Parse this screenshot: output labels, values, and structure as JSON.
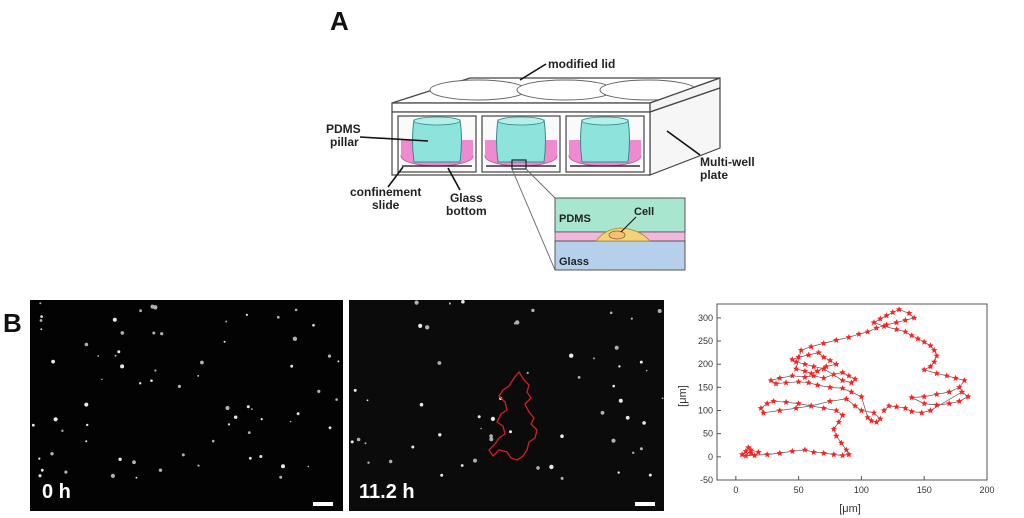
{
  "panel_a": {
    "letter": "A",
    "labels": {
      "modified_lid": "modified lid",
      "pdms_pillar_1": "PDMS",
      "pdms_pillar_2": "pillar",
      "multi_well_1": "Multi-well",
      "multi_well_2": "plate",
      "confinement_1": "confinement",
      "confinement_2": "slide",
      "glass_bottom_1": "Glass",
      "glass_bottom_2": "bottom",
      "inset_pdms": "PDMS",
      "inset_cell": "Cell",
      "inset_glass": "Glass"
    },
    "colors": {
      "pdms": "#8ee3dc",
      "medium": "#f08ad0",
      "inset_pdms": "#a8e6d0",
      "inset_medium": "#f3b6dd",
      "inset_cell": "#f2d27a",
      "inset_glass": "#b6cfea"
    }
  },
  "panel_b": {
    "letter": "B",
    "time_labels": [
      "0 h",
      "11.2 h"
    ]
  },
  "chart_data": {
    "type": "scatter",
    "xlabel": "[μm]",
    "ylabel": "[μm]",
    "xlim": [
      -15,
      200
    ],
    "ylim": [
      -50,
      330
    ],
    "xticks": [
      0,
      50,
      100,
      150,
      200
    ],
    "yticks": [
      -50,
      0,
      50,
      100,
      150,
      200,
      250,
      300
    ],
    "marker": "star",
    "color": "#ff2020",
    "line_color": "#555555",
    "points": [
      [
        5,
        5
      ],
      [
        8,
        12
      ],
      [
        10,
        20
      ],
      [
        12,
        8
      ],
      [
        15,
        3
      ],
      [
        18,
        10
      ],
      [
        12,
        15
      ],
      [
        8,
        2
      ],
      [
        25,
        5
      ],
      [
        35,
        8
      ],
      [
        45,
        12
      ],
      [
        55,
        15
      ],
      [
        62,
        10
      ],
      [
        70,
        8
      ],
      [
        78,
        5
      ],
      [
        85,
        3
      ],
      [
        90,
        5
      ],
      [
        88,
        15
      ],
      [
        84,
        30
      ],
      [
        80,
        45
      ],
      [
        78,
        60
      ],
      [
        82,
        75
      ],
      [
        85,
        90
      ],
      [
        80,
        100
      ],
      [
        70,
        105
      ],
      [
        60,
        110
      ],
      [
        50,
        115
      ],
      [
        40,
        118
      ],
      [
        30,
        120
      ],
      [
        25,
        115
      ],
      [
        20,
        105
      ],
      [
        22,
        95
      ],
      [
        35,
        100
      ],
      [
        48,
        105
      ],
      [
        60,
        110
      ],
      [
        75,
        120
      ],
      [
        88,
        125
      ],
      [
        95,
        110
      ],
      [
        100,
        100
      ],
      [
        110,
        95
      ],
      [
        115,
        82
      ],
      [
        112,
        75
      ],
      [
        108,
        78
      ],
      [
        105,
        85
      ],
      [
        100,
        130
      ],
      [
        92,
        140
      ],
      [
        85,
        148
      ],
      [
        75,
        150
      ],
      [
        65,
        155
      ],
      [
        58,
        160
      ],
      [
        50,
        162
      ],
      [
        40,
        160
      ],
      [
        32,
        158
      ],
      [
        28,
        165
      ],
      [
        35,
        170
      ],
      [
        45,
        175
      ],
      [
        55,
        172
      ],
      [
        62,
        175
      ],
      [
        70,
        170
      ],
      [
        78,
        178
      ],
      [
        85,
        182
      ],
      [
        90,
        175
      ],
      [
        95,
        168
      ],
      [
        92,
        160
      ],
      [
        85,
        165
      ],
      [
        70,
        190
      ],
      [
        62,
        195
      ],
      [
        55,
        200
      ],
      [
        48,
        205
      ],
      [
        45,
        210
      ],
      [
        50,
        215
      ],
      [
        58,
        220
      ],
      [
        66,
        225
      ],
      [
        70,
        215
      ],
      [
        75,
        208
      ],
      [
        80,
        200
      ],
      [
        72,
        195
      ],
      [
        65,
        185
      ],
      [
        60,
        180
      ],
      [
        55,
        185
      ],
      [
        48,
        190
      ],
      [
        52,
        230
      ],
      [
        60,
        238
      ],
      [
        70,
        245
      ],
      [
        80,
        252
      ],
      [
        90,
        258
      ],
      [
        98,
        265
      ],
      [
        105,
        270
      ],
      [
        112,
        278
      ],
      [
        120,
        285
      ],
      [
        128,
        290
      ],
      [
        135,
        295
      ],
      [
        142,
        300
      ],
      [
        138,
        310
      ],
      [
        130,
        318
      ],
      [
        125,
        312
      ],
      [
        120,
        305
      ],
      [
        115,
        298
      ],
      [
        110,
        290
      ],
      [
        118,
        282
      ],
      [
        128,
        275
      ],
      [
        135,
        270
      ],
      [
        140,
        262
      ],
      [
        145,
        255
      ],
      [
        150,
        248
      ],
      [
        155,
        240
      ],
      [
        158,
        230
      ],
      [
        160,
        218
      ],
      [
        158,
        205
      ],
      [
        155,
        195
      ],
      [
        150,
        188
      ],
      [
        160,
        180
      ],
      [
        168,
        175
      ],
      [
        175,
        170
      ],
      [
        182,
        165
      ],
      [
        178,
        150
      ],
      [
        170,
        140
      ],
      [
        160,
        135
      ],
      [
        150,
        130
      ],
      [
        140,
        128
      ],
      [
        150,
        115
      ],
      [
        160,
        112
      ],
      [
        170,
        115
      ],
      [
        178,
        120
      ],
      [
        185,
        130
      ],
      [
        180,
        140
      ],
      [
        155,
        100
      ],
      [
        148,
        95
      ],
      [
        140,
        98
      ],
      [
        135,
        105
      ],
      [
        128,
        108
      ],
      [
        122,
        110
      ],
      [
        118,
        100
      ]
    ]
  }
}
